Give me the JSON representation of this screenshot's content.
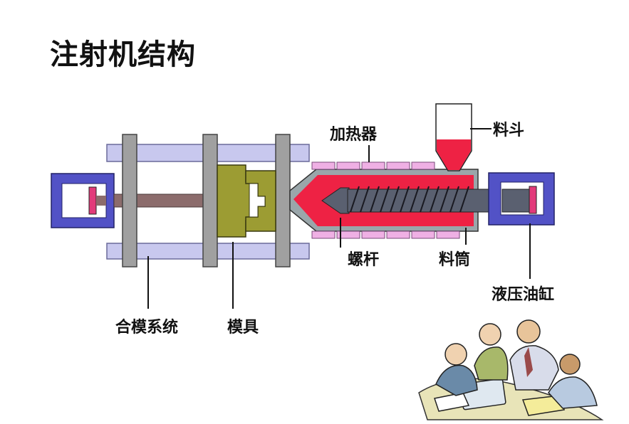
{
  "title": "注射机结构",
  "labels": {
    "heater": "加热器",
    "hopper": "料斗",
    "screw": "螺杆",
    "barrel": "料筒",
    "hydraulic_cylinder": "液压油缸",
    "clamping_system": "合模系统",
    "mold": "模具"
  },
  "colors": {
    "rail": "#c8c8ee",
    "column": "#a0a0a0",
    "cylinder_frame": "#5252c6",
    "mold": "#9c9c33",
    "melt": "#ee2244",
    "screw": "#5a6070",
    "heater_band": "#efb0e4",
    "rod": "#8c6c6c"
  }
}
